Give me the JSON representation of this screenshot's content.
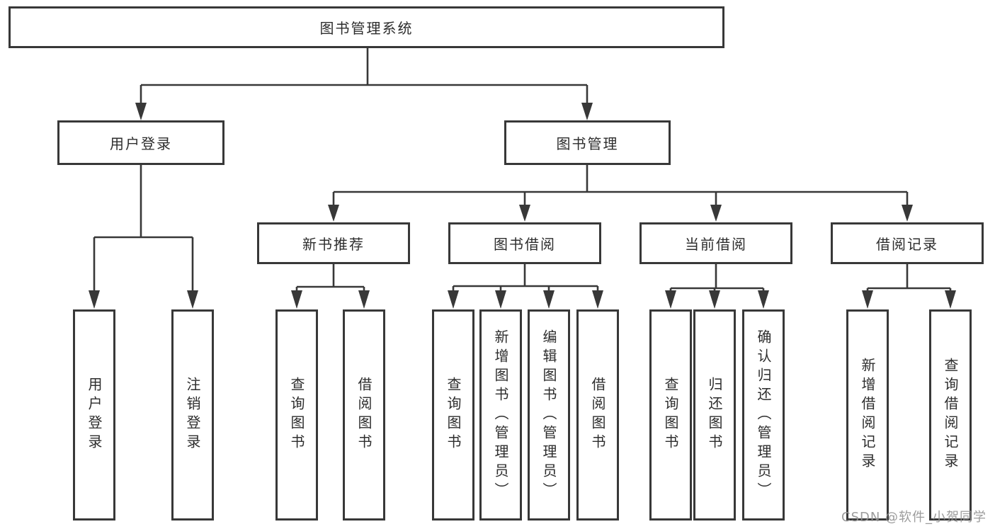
{
  "root": {
    "label": "图书管理系统"
  },
  "level2": [
    {
      "label": "用户登录"
    },
    {
      "label": "图书管理"
    }
  ],
  "level3": [
    {
      "label": "新书推荐"
    },
    {
      "label": "图书借阅"
    },
    {
      "label": "当前借阅"
    },
    {
      "label": "借阅记录"
    }
  ],
  "level4": [
    {
      "label": "用户登录"
    },
    {
      "label": "注销登录"
    },
    {
      "label": "查询图书"
    },
    {
      "label": "借阅图书"
    },
    {
      "label": "查询图书"
    },
    {
      "label": "新增图书（管理员）"
    },
    {
      "label": "编辑图书（管理员）"
    },
    {
      "label": "借阅图书"
    },
    {
      "label": "查询图书"
    },
    {
      "label": "归还图书"
    },
    {
      "label": "确认归还（管理员）"
    },
    {
      "label": "新增借阅记录"
    },
    {
      "label": "查询借阅记录"
    }
  ],
  "watermark": "CSDN @软件_小贺同学",
  "colors": {
    "line": "#383838",
    "border": "#383838",
    "text": "#2d2d2d",
    "watermark": "#949494",
    "background": "#ffffff"
  }
}
